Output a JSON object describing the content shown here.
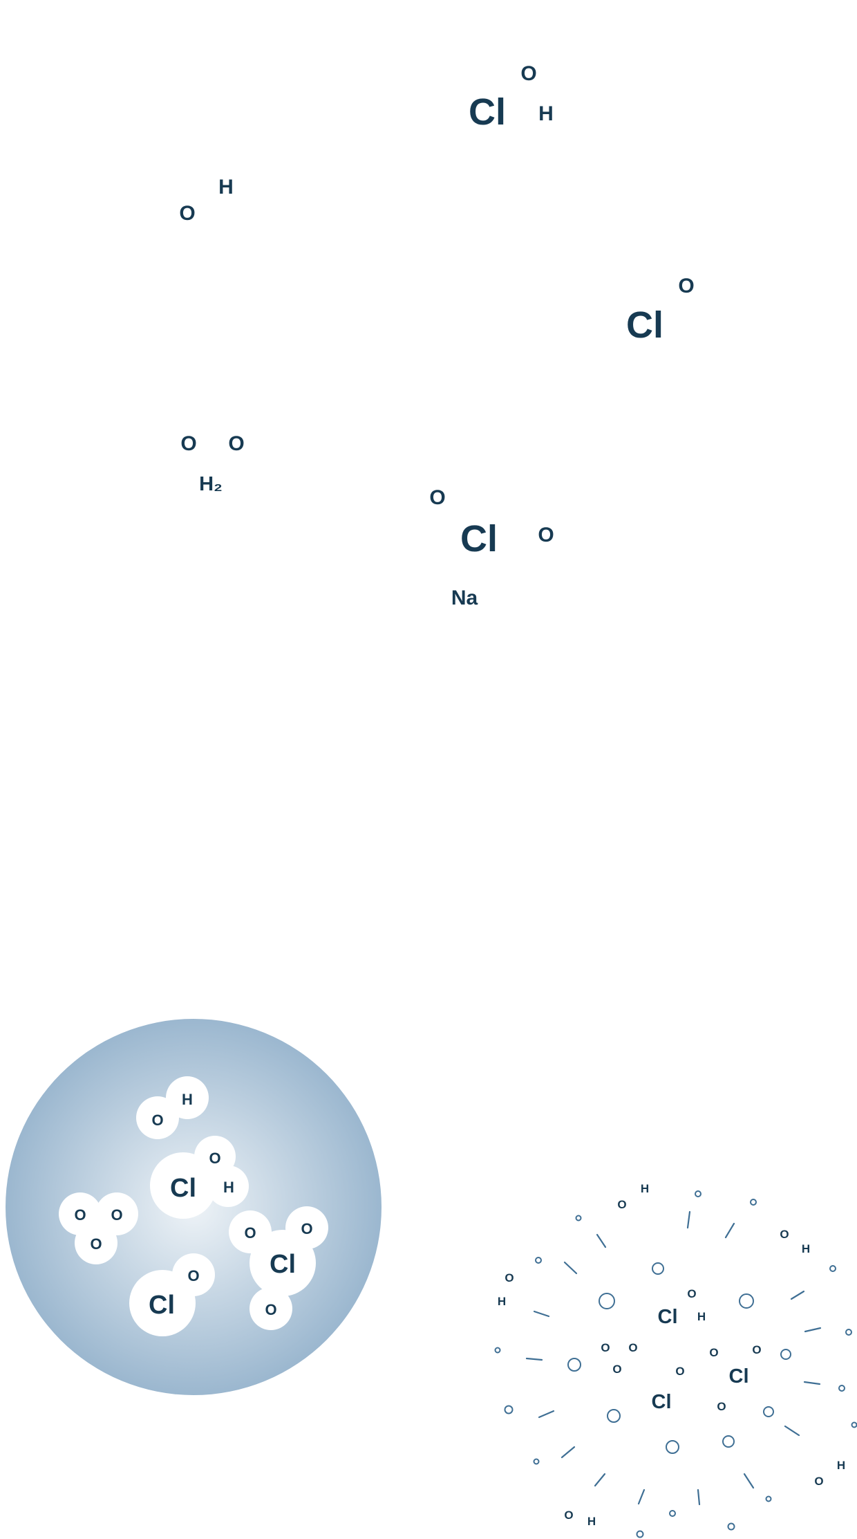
{
  "colors": {
    "ink": "#173a52",
    "burst_stroke": "#3f6f94",
    "sphere_edge": "#9bb7cf",
    "sphere_center": "#eef3f7",
    "bubble_fill": "#ffffff"
  },
  "free_molecules": [
    {
      "name": "chlorous-acid-molecule",
      "atoms": [
        "Cl",
        "O",
        "H"
      ]
    },
    {
      "name": "hydroxyl-molecule",
      "atoms": [
        "O",
        "H"
      ]
    },
    {
      "name": "chlorine-monoxide-molecule",
      "atoms": [
        "Cl",
        "O"
      ]
    },
    {
      "name": "oxygen-water-group",
      "atoms": [
        "O",
        "O",
        "H₂"
      ]
    },
    {
      "name": "sodium-chlorite-molecule",
      "atoms": [
        "O",
        "Cl",
        "O",
        "Na"
      ]
    }
  ],
  "sphere": {
    "molecules": [
      {
        "name": "sphere-hydroxyl",
        "atoms": [
          "O",
          "H"
        ]
      },
      {
        "name": "sphere-hypochlorous-acid",
        "atoms": [
          "Cl",
          "O",
          "H"
        ]
      },
      {
        "name": "sphere-ozone",
        "atoms": [
          "O",
          "O",
          "O"
        ]
      },
      {
        "name": "sphere-chlorine-dioxide",
        "atoms": [
          "O",
          "O",
          "Cl",
          "O"
        ]
      },
      {
        "name": "sphere-chlorine-monoxide",
        "atoms": [
          "Cl",
          "O"
        ]
      }
    ]
  },
  "burst": {
    "labels": [
      "O",
      "H",
      "O",
      "H",
      "O",
      "H",
      "Cl",
      "O",
      "H",
      "O",
      "O",
      "O",
      "O",
      "O",
      "O",
      "Cl",
      "Cl",
      "O",
      "O",
      "H",
      "O",
      "H"
    ]
  }
}
